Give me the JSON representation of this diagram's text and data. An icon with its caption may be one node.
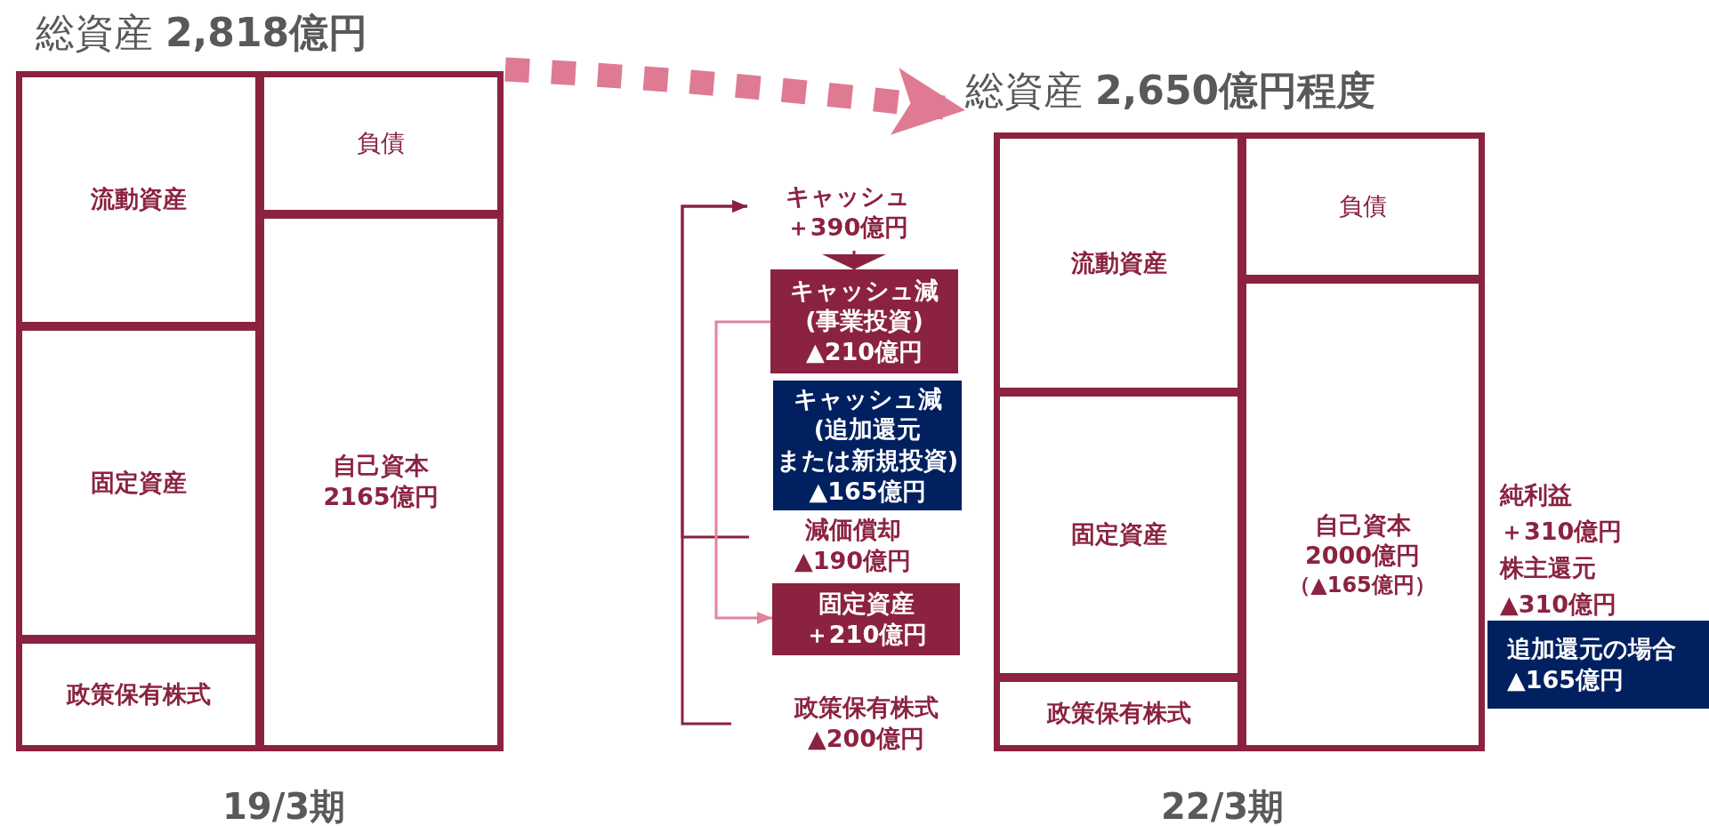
{
  "diagram": {
    "nodes": [
      {
        "text": [
          "流動資産"
        ]
      },
      {
        "text": [
          "固定資産"
        ]
      },
      {
        "text": [
          "政策保有株式"
        ]
      },
      {
        "text": [
          "負債"
        ]
      },
      {
        "text": [
          "自己資本",
          "2165億円"
        ]
      },
      {
        "text": [
          "総資産 **2,650億円程度**"
        ]
      },
      {
        "text": [
          "キャッシュ",
          "＋390億円"
        ]
      },
      {
        "text": [
          "キャッシュ減",
          "(事業投資)",
          "▲210億円"
        ]
      },
      {
        "text": [
          "キャッシュ減",
          "(追加還元",
          "または新規投資)",
          "▲165億円"
        ]
      },
      {
        "text": [
          "減価償却",
          "▲190億円"
        ]
      },
      {
        "text": [
          "固定資産",
          "＋210億円"
        ]
      },
      {
        "text": [
          "政策保有株式",
          "▲200億円"
        ]
      },
      {
        "text": [
          "流動資産"
        ]
      },
      {
        "text": [
          "固定資産"
        ]
      },
      {
        "text": [
          "政策保有株式"
        ]
      },
      {
        "text": [
          "負債"
        ]
      },
      {
        "text": [
          "自己資本",
          "2000億円",
          "（▲165億円）"
        ],
        "beside": [
          "純利益",
          "＋310億円",
          "株主還元",
          "▲310億円"
        ]
      },
      {
        "text": [
          "追加還元の場合",
          "▲165億円"
        ]
      }
    ],
    "edges": [
      {
        "from": 3,
        "to": 5,
        "arrow": "to",
        "style": "dashed",
        "color": "#de7b93"
      },
      {
        "from": 6,
        "to": 7,
        "arrow": "to"
      },
      {
        "from": 9,
        "to": 6,
        "arrow": "to"
      },
      {
        "from": 11,
        "to": 6,
        "arrow": "to"
      },
      {
        "from": 7,
        "to": 10,
        "arrow": "to",
        "color": "#e0849a"
      }
    ],
    "labels": [
      "総資産 **2,818億円**",
      "19/3期",
      "22/3期"
    ]
  }
}
